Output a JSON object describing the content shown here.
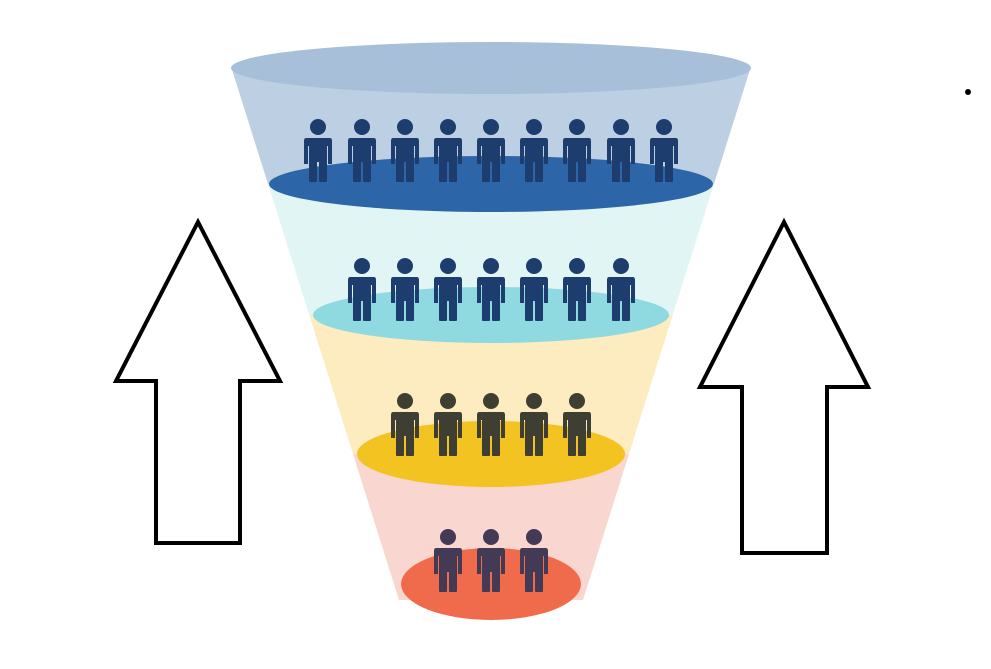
{
  "diagram": {
    "type": "funnel",
    "stages": [
      {
        "people_count": 9,
        "band_color": "#bccfe3",
        "disc_color": "#2c66a8",
        "figure_color": "#1d3d6e"
      },
      {
        "people_count": 7,
        "band_color": "#e1f5f5",
        "disc_color": "#8fdae0",
        "figure_color": "#1d3d6e"
      },
      {
        "people_count": 5,
        "band_color": "#fcecbf",
        "disc_color": "#f2c321",
        "figure_color": "#3e3e33"
      },
      {
        "people_count": 3,
        "band_color": "#f9d6cf",
        "disc_color": "#f06b4b",
        "figure_color": "#433a55"
      }
    ],
    "rim_color": "#a7bfd9",
    "arrows": [
      {
        "name": "left-up-arrow",
        "direction": "up",
        "fill": "#ffffff",
        "stroke": "#000000"
      },
      {
        "name": "right-up-arrow",
        "direction": "up",
        "fill": "#ffffff",
        "stroke": "#000000"
      }
    ],
    "dot_color": "#000000"
  }
}
